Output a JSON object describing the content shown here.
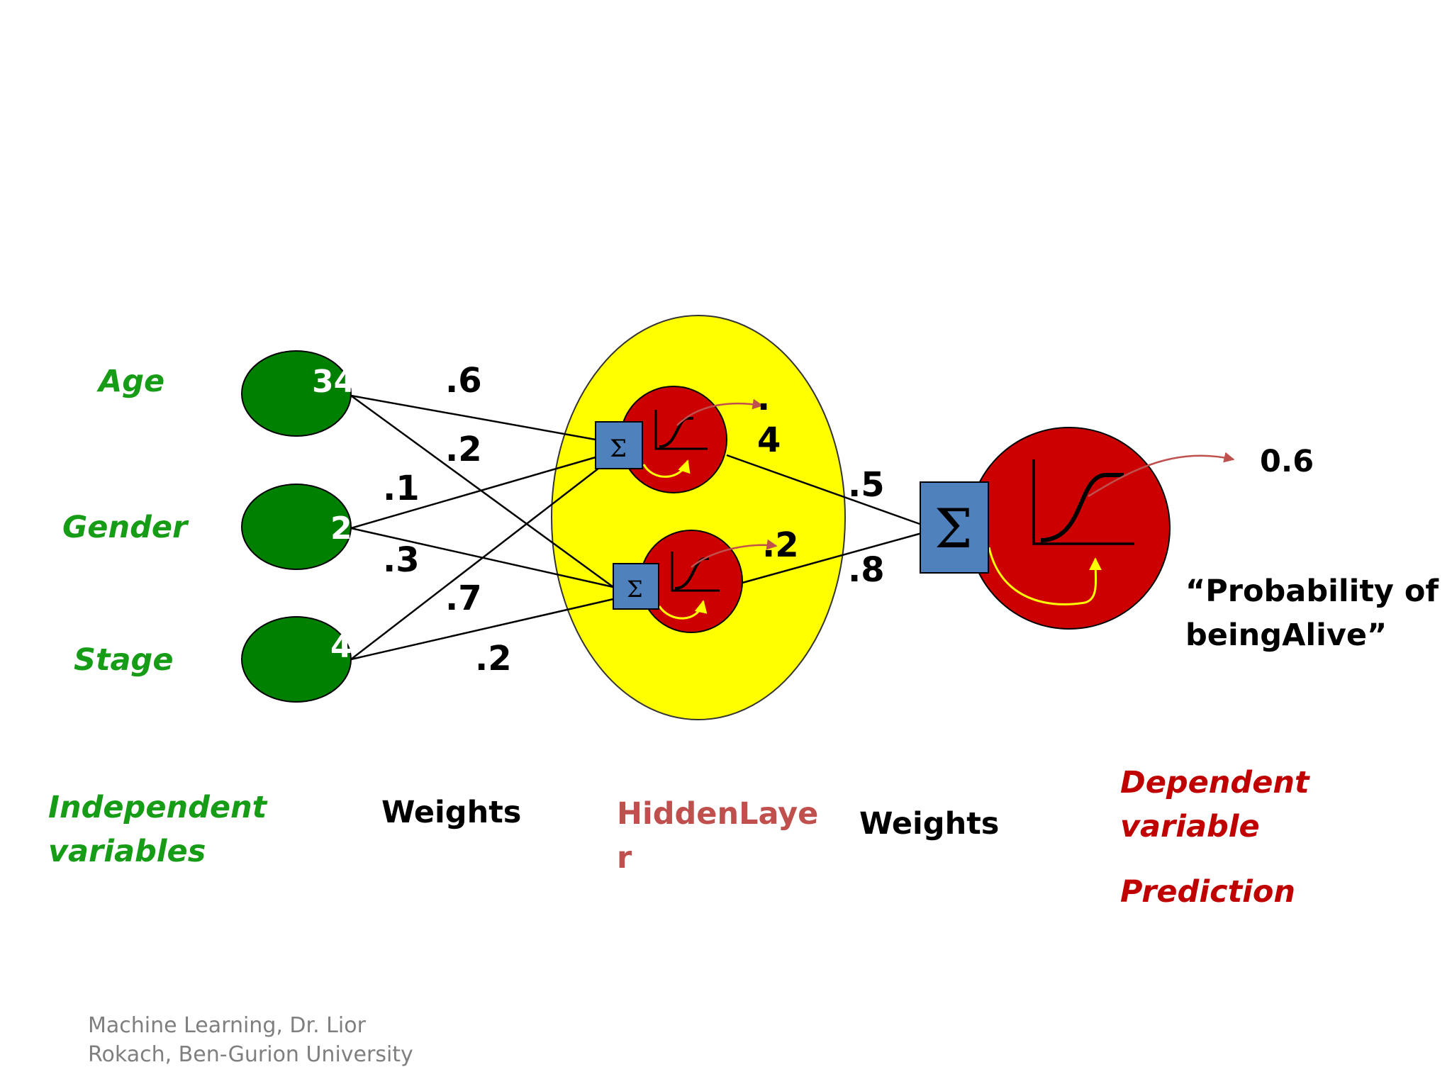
{
  "inputs": [
    {
      "label": "Age",
      "value": "34"
    },
    {
      "label": "Gender",
      "value": "2"
    },
    {
      "label": "Stage",
      "value": "4"
    }
  ],
  "weights_input_hidden": {
    "age_h1": ".6",
    "age_h2": ".2",
    "gender_h1": ".1",
    "gender_h2": ".3",
    "stage_h1": ".7",
    "stage_h2": ".2"
  },
  "hidden_outputs": {
    "h1_dot": ".",
    "h1_value": "4",
    "h2_value": ".2"
  },
  "weights_hidden_output": {
    "h1_out": ".5",
    "h2_out": ".8"
  },
  "sum_symbol": "Σ",
  "output": {
    "value": "0.6",
    "caption_line1": "“Probability of",
    "caption_line2": "beingAlive”"
  },
  "bottom_labels": {
    "independent_line1": "Independent",
    "independent_line2": "variables",
    "weights_left": "Weights",
    "hidden_line1": "HiddenLaye",
    "hidden_line2": "r",
    "weights_right": "Weights",
    "dependent_line1": "Dependent",
    "dependent_line2": "variable",
    "prediction": "Prediction"
  },
  "footer": {
    "line1": "Machine Learning, Dr. Lior",
    "line2": "Rokach, Ben-Gurion University"
  },
  "colors": {
    "input_node": "#008000",
    "hidden_layer": "#ffff00",
    "neuron": "#cc0000",
    "sum_box": "#4f81bd",
    "arrow": "#c0504d",
    "inner_arrow": "#ffff00"
  }
}
